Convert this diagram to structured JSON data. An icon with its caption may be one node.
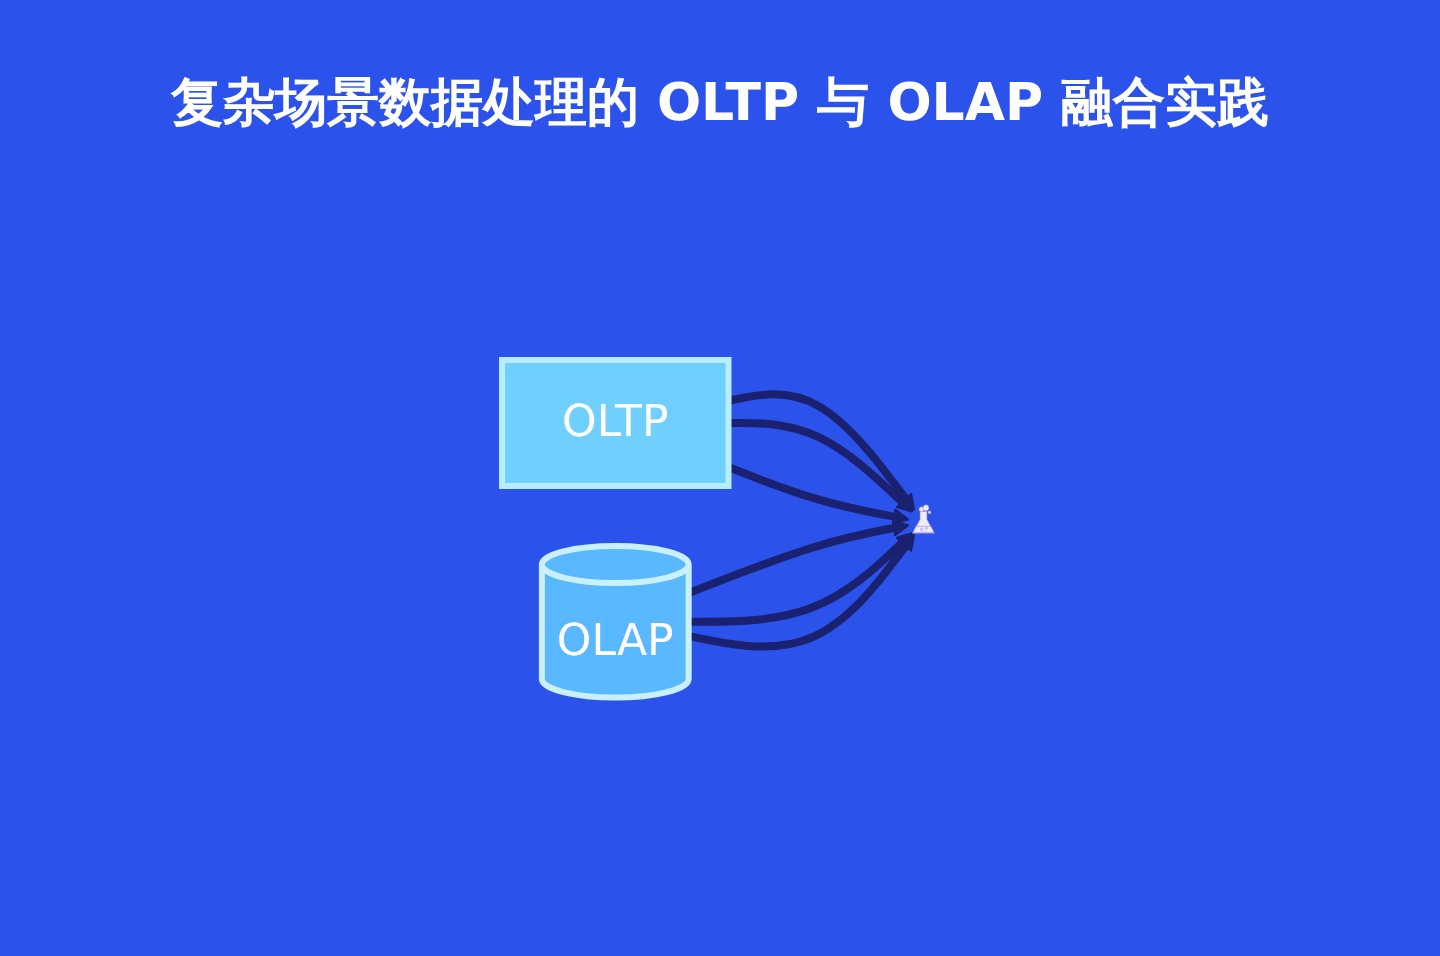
{
  "diagram": {
    "title": "复杂场景数据处理的 OLTP 与 OLAP 融合实践",
    "nodes": [
      {
        "text": [
          "OLTP"
        ]
      },
      {
        "text": [],
        "shape": "picture"
      },
      {
        "text": [
          "OLAP"
        ]
      }
    ],
    "edges": [
      {
        "from": 0,
        "to": 1,
        "arrow": "to"
      },
      {
        "from": 0,
        "to": 1,
        "arrow": "to"
      },
      {
        "from": 0,
        "to": 1,
        "arrow": "to"
      },
      {
        "from": 2,
        "to": 1,
        "arrow": "to"
      },
      {
        "from": 2,
        "to": 1,
        "arrow": "to"
      },
      {
        "from": 2,
        "to": 1,
        "arrow": "to"
      }
    ]
  }
}
